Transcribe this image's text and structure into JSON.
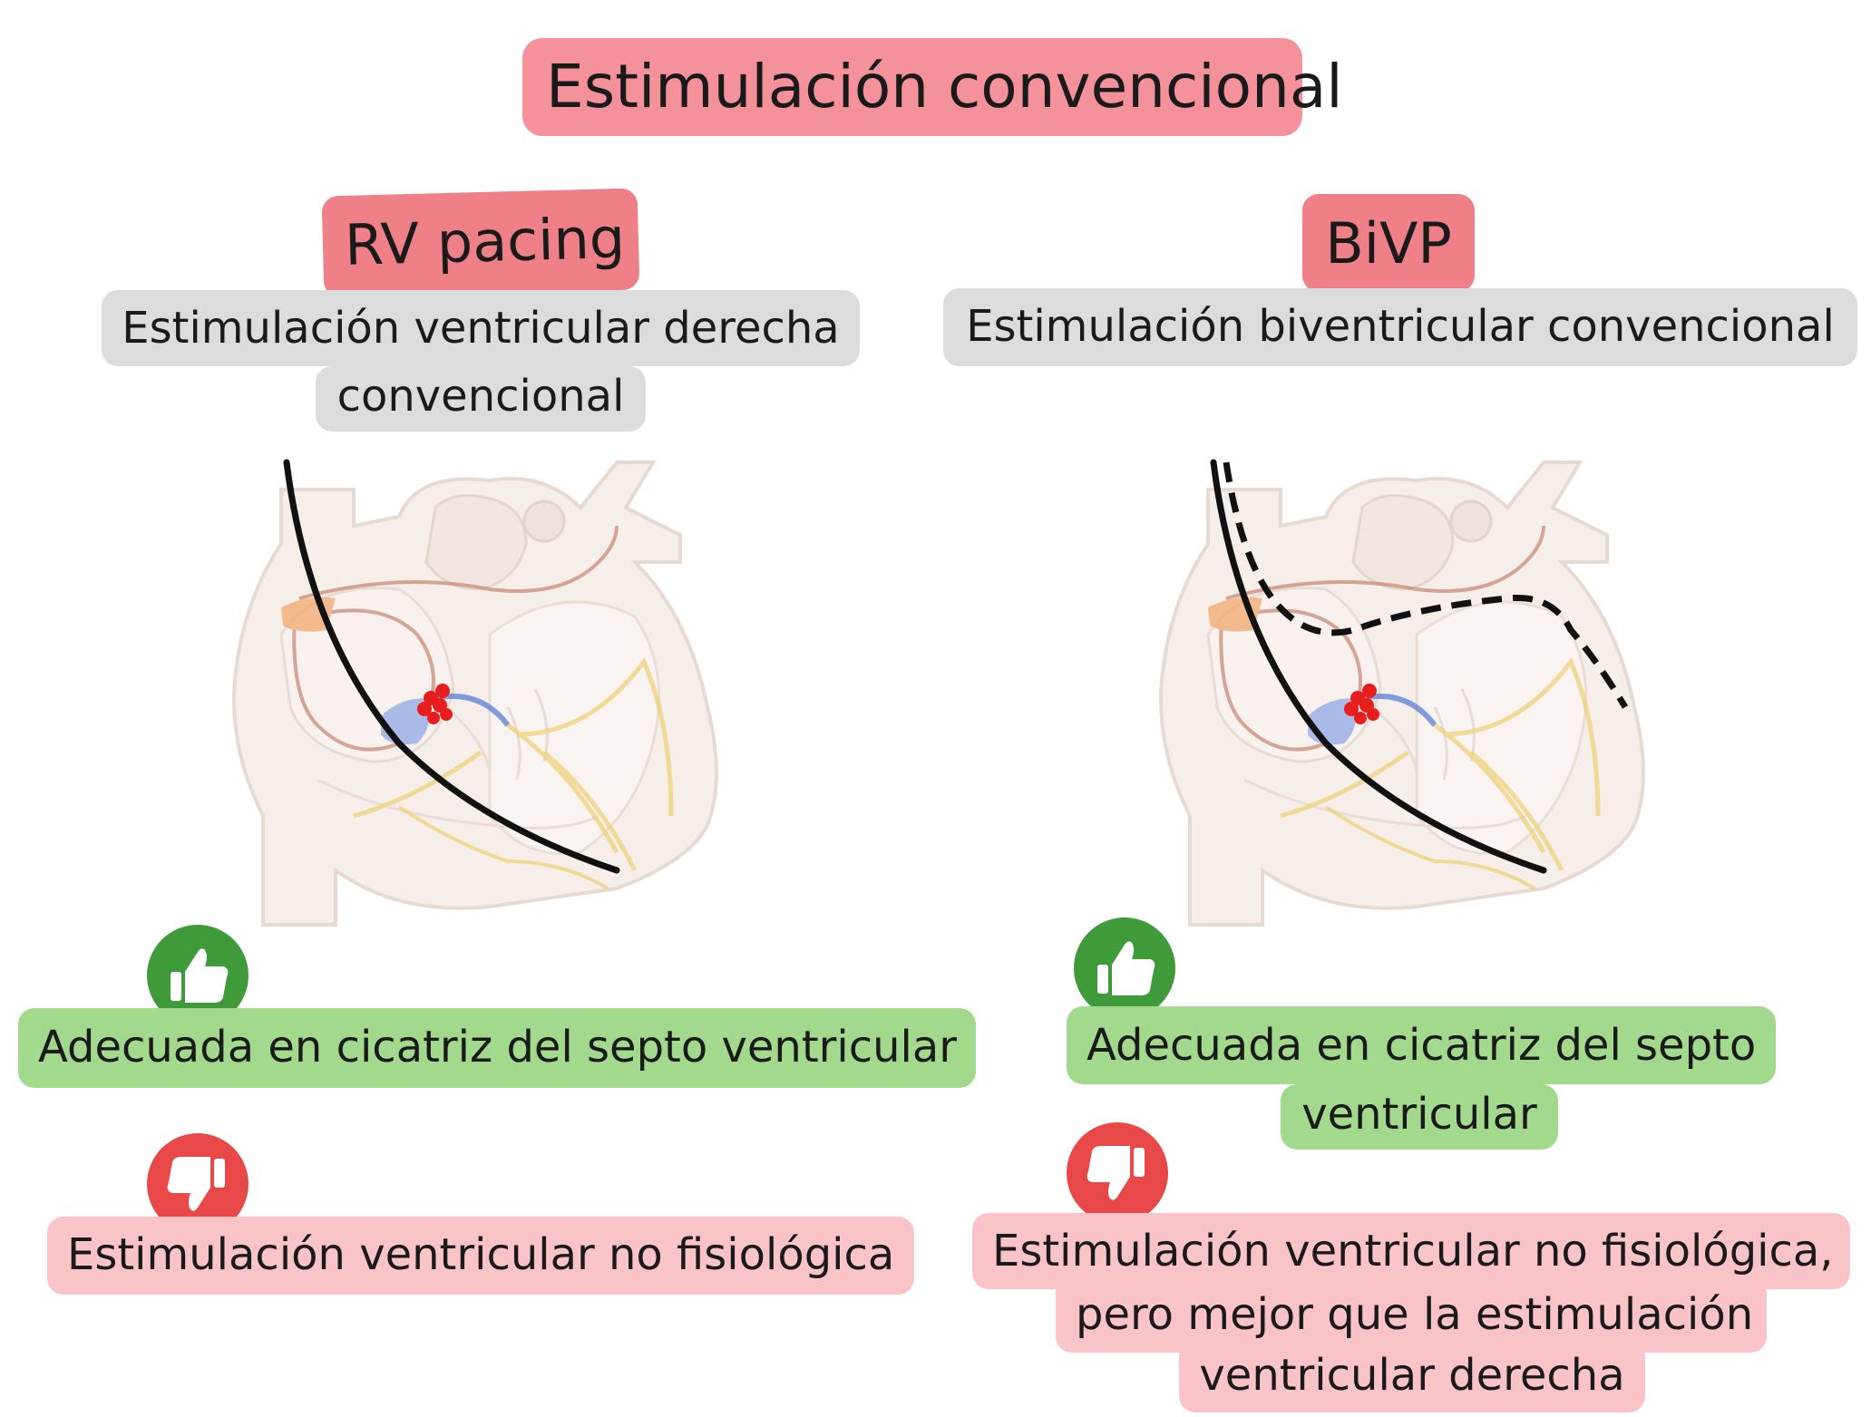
{
  "title": "Estimulación convencional",
  "left": {
    "heading": "RV pacing",
    "subtitle_lines": [
      "Estimulación ventricular derecha",
      "convencional"
    ],
    "pro_lines": [
      "Adecuada en cicatriz del septo ventricular"
    ],
    "con_lines": [
      "Estimulación ventricular no fisiológica"
    ],
    "pro_icon": "thumbs-up-icon",
    "con_icon": "thumbs-down-icon"
  },
  "right": {
    "heading": "BiVP",
    "subtitle_lines": [
      "Estimulación biventricular convencional"
    ],
    "pro_lines": [
      "Adecuada en cicatriz del septo",
      "ventricular"
    ],
    "con_lines": [
      "Estimulación ventricular no fisiológica,",
      "pero mejor que la estimulación",
      "ventricular derecha"
    ],
    "pro_icon": "thumbs-up-icon",
    "con_icon": "thumbs-down-icon"
  },
  "colors": {
    "title_bg": "#f4919a",
    "heading_bg": "#ef8088",
    "subtitle_bg": "#dcdcdc",
    "pro_bg": "#a2d98c",
    "con_bg": "#f9c3c7",
    "pro_icon_bg": "#3f9a3a",
    "con_icon_bg": "#e94848"
  }
}
